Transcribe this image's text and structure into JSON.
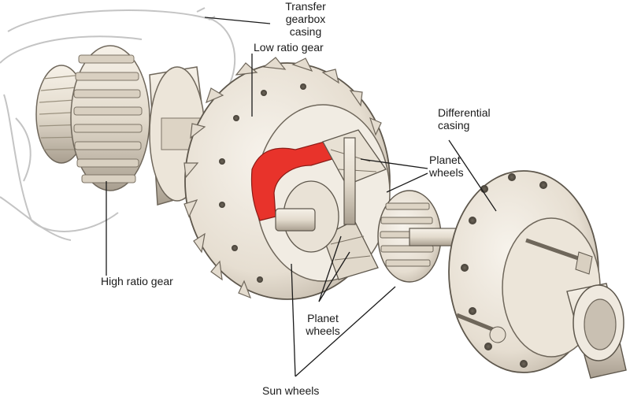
{
  "labels": {
    "transfer_casing": "Transfer\ngearbox\ncasing",
    "low_ratio_gear": "Low ratio gear",
    "differential_casing": "Differential\ncasing",
    "planet_wheels_upper": "Planet\nwheels",
    "high_ratio_gear": "High ratio gear",
    "planet_wheels_lower": "Planet\nwheels",
    "sun_wheels": "Sun wheels"
  },
  "colors": {
    "metal_light": "#efe9df",
    "metal_shadow": "#c9c0b2",
    "metal_dark": "#8f8678",
    "casing_line": "#bdbdbd",
    "cutaway_red": "#e8332b",
    "leader_line": "#1a1a1a"
  }
}
